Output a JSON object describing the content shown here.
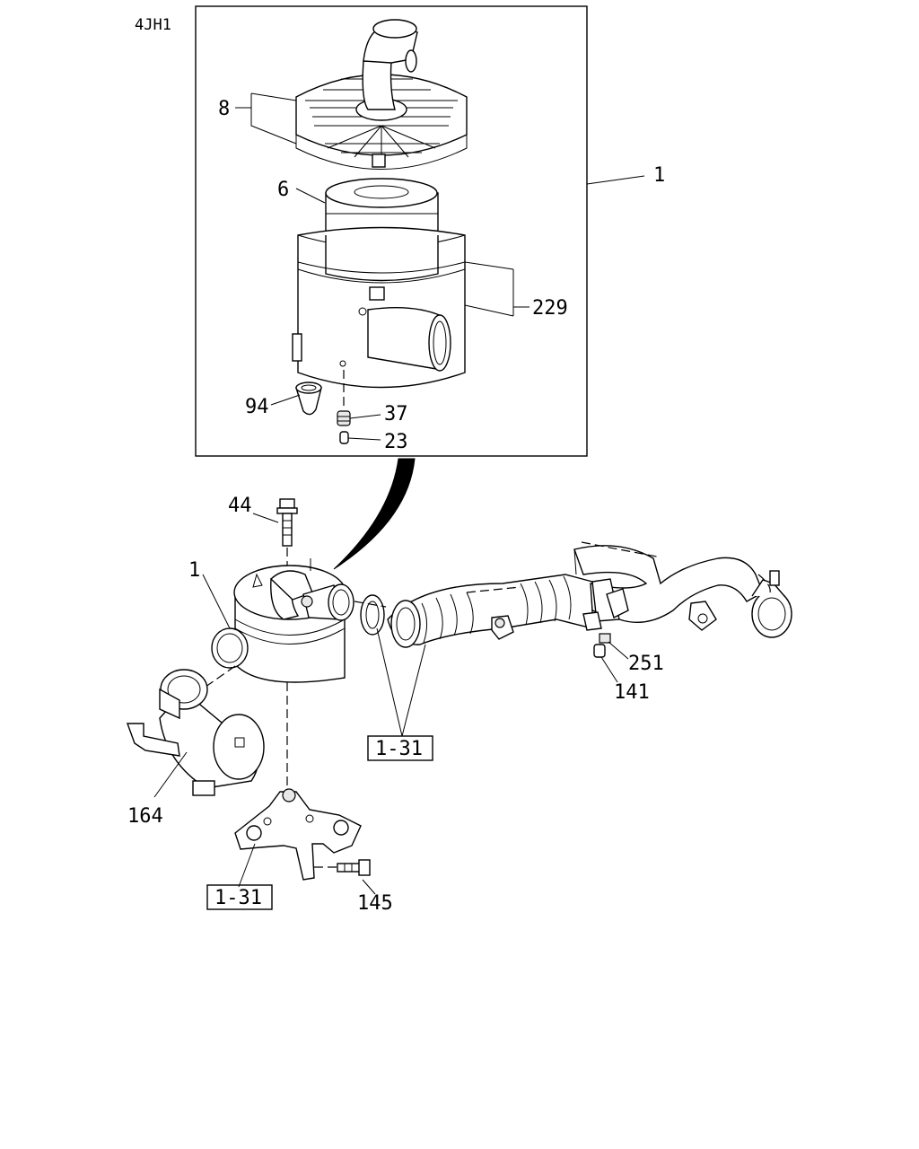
{
  "model_code": "4JH1",
  "callouts": {
    "c8": "8",
    "c6": "6",
    "c1_top": "1",
    "c229": "229",
    "c94": "94",
    "c37": "37",
    "c23": "23",
    "c44": "44",
    "c1_main": "1",
    "c164": "164",
    "c251": "251",
    "c141": "141",
    "c145": "145"
  },
  "references": {
    "ref_hose": "1-31",
    "ref_bracket": "1-31"
  }
}
